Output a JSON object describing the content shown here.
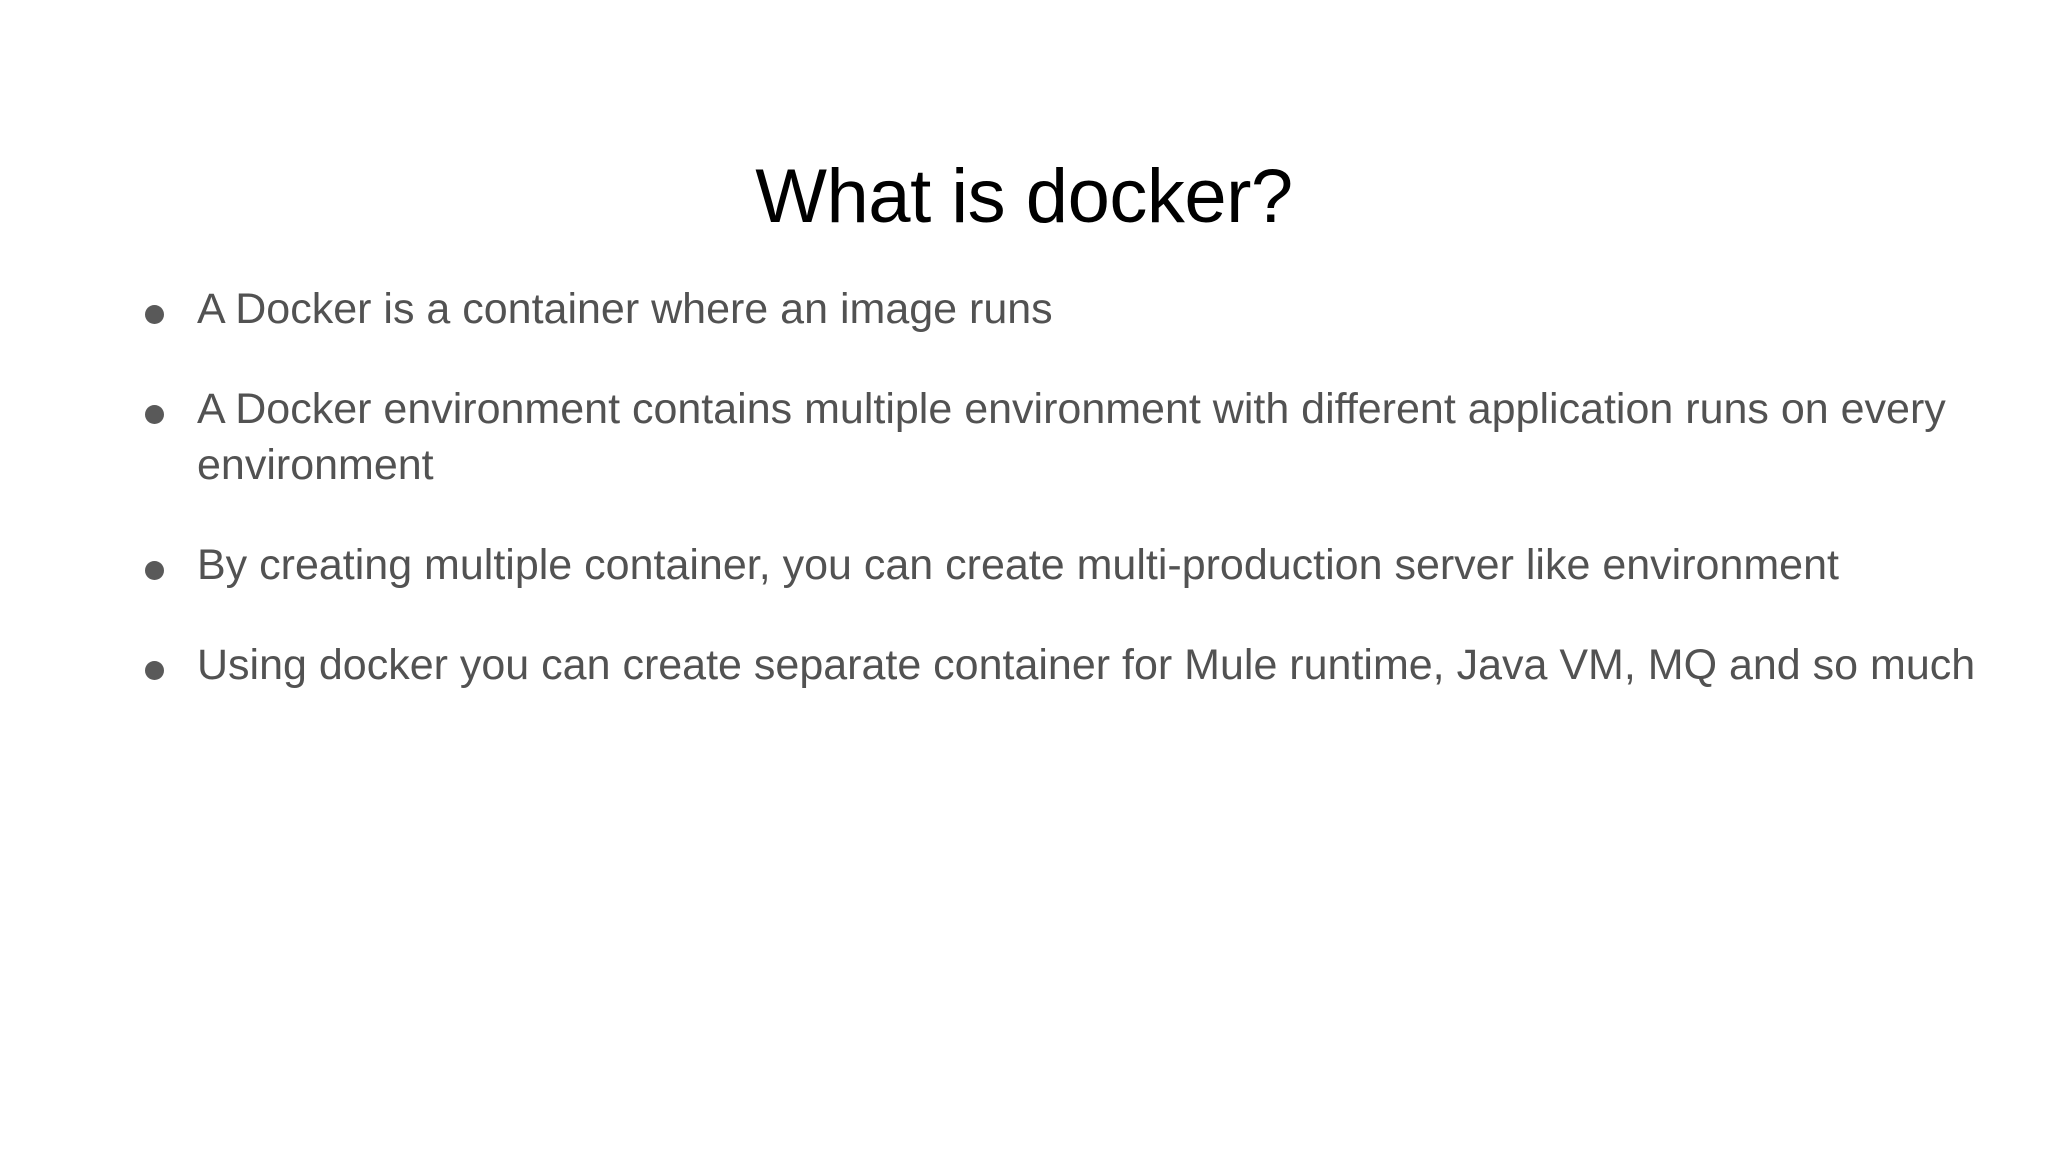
{
  "slide": {
    "title": "What is docker?",
    "background_color": "#ffffff",
    "title_color": "#000000",
    "body_color": "#525252",
    "bullet_marker_color": "#595959",
    "bullets": [
      {
        "marker": "bullet-dot",
        "text": "A Docker is a container where an image runs"
      },
      {
        "marker": "bullet-dot",
        "text": "A Docker environment contains multiple environment with different application runs on every environment"
      },
      {
        "marker": "bullet-dot",
        "text": "By creating multiple container, you can create multi-production server like environment"
      },
      {
        "marker": "bullet-dot",
        "text": "Using docker you can create separate container for Mule runtime, Java VM, MQ and so much"
      }
    ]
  }
}
